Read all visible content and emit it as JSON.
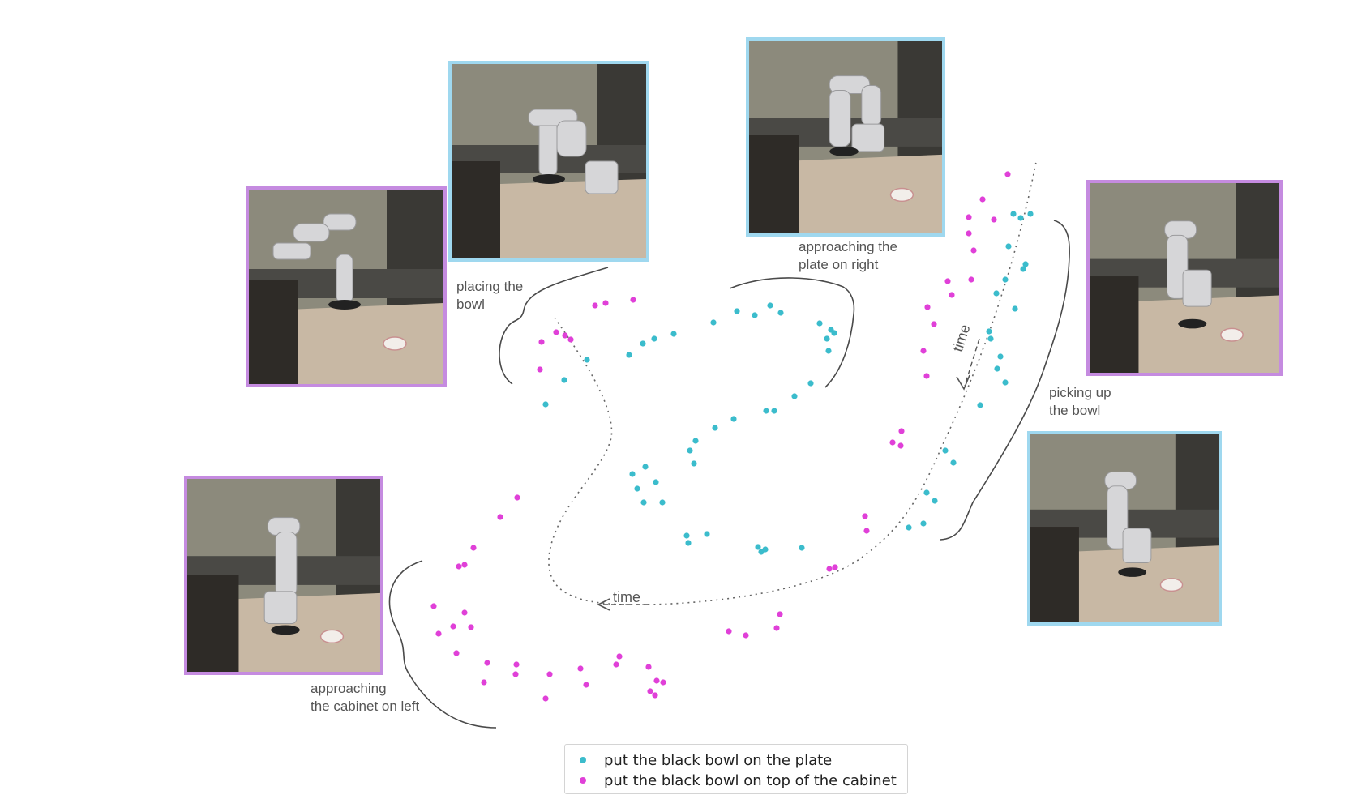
{
  "colors": {
    "blue": "#3bbccc",
    "pink": "#e040d8",
    "frame_blue": "#9fd8ef",
    "frame_pink": "#c58be0",
    "annotation": "#555555"
  },
  "annotations": {
    "placing": [
      "placing the",
      "bowl"
    ],
    "approaching_plate": [
      "approaching the",
      "plate on right"
    ],
    "picking_up": [
      "picking up",
      "the bowl"
    ],
    "approaching_cabinet": [
      "approaching",
      "the cabinet on left"
    ],
    "time_bottom": "time",
    "time_right": "time"
  },
  "legend": [
    {
      "label": "put the black bowl on the plate",
      "color": "#3bbccc"
    },
    {
      "label": "put the black bowl on top of the cabinet",
      "color": "#e040d8"
    }
  ],
  "thumbnails": [
    {
      "id": "frame-placing-bowl-left",
      "frame": "pink"
    },
    {
      "id": "frame-placing-bowl",
      "frame": "blue"
    },
    {
      "id": "frame-approaching-plate",
      "frame": "blue"
    },
    {
      "id": "frame-picking-up-pink",
      "frame": "pink"
    },
    {
      "id": "frame-picking-up-blue",
      "frame": "blue"
    },
    {
      "id": "frame-approaching-cabinet",
      "frame": "pink"
    }
  ],
  "chart_data": {
    "type": "scatter",
    "series": [
      {
        "name": "put the black bowl on the plate",
        "color": "#3bbccc",
        "points": [
          [
            673,
            499
          ],
          [
            696,
            469
          ],
          [
            724,
            444
          ],
          [
            776,
            438
          ],
          [
            793,
            424
          ],
          [
            807,
            418
          ],
          [
            831,
            412
          ],
          [
            880,
            398
          ],
          [
            909,
            384
          ],
          [
            931,
            389
          ],
          [
            950,
            377
          ],
          [
            963,
            386
          ],
          [
            1011,
            399
          ],
          [
            1025,
            407
          ],
          [
            1020,
            418
          ],
          [
            1029,
            411
          ],
          [
            1022,
            433
          ],
          [
            1000,
            473
          ],
          [
            980,
            489
          ],
          [
            955,
            507
          ],
          [
            945,
            507
          ],
          [
            905,
            517
          ],
          [
            882,
            528
          ],
          [
            858,
            544
          ],
          [
            851,
            556
          ],
          [
            856,
            572
          ],
          [
            796,
            576
          ],
          [
            780,
            585
          ],
          [
            809,
            595
          ],
          [
            786,
            603
          ],
          [
            794,
            620
          ],
          [
            817,
            620
          ],
          [
            847,
            661
          ],
          [
            849,
            670
          ],
          [
            872,
            659
          ],
          [
            935,
            675
          ],
          [
            939,
            681
          ],
          [
            944,
            678
          ],
          [
            989,
            676
          ],
          [
            1240,
            472
          ],
          [
            1250,
            264
          ],
          [
            1259,
            269
          ],
          [
            1271,
            264
          ],
          [
            1244,
            304
          ],
          [
            1265,
            326
          ],
          [
            1240,
            345
          ],
          [
            1262,
            332
          ],
          [
            1229,
            362
          ],
          [
            1252,
            381
          ],
          [
            1220,
            409
          ],
          [
            1222,
            418
          ],
          [
            1234,
            440
          ],
          [
            1230,
            455
          ],
          [
            1209,
            500
          ],
          [
            1166,
            556
          ],
          [
            1176,
            571
          ],
          [
            1143,
            608
          ],
          [
            1153,
            618
          ],
          [
            1121,
            651
          ],
          [
            1139,
            646
          ]
        ]
      },
      {
        "name": "put the black bowl on top of the cabinet",
        "color": "#e040d8",
        "points": [
          [
            1243,
            215
          ],
          [
            1212,
            246
          ],
          [
            1195,
            268
          ],
          [
            1226,
            271
          ],
          [
            1195,
            288
          ],
          [
            1201,
            309
          ],
          [
            1169,
            347
          ],
          [
            1198,
            345
          ],
          [
            1174,
            364
          ],
          [
            1144,
            379
          ],
          [
            1152,
            400
          ],
          [
            1139,
            433
          ],
          [
            1143,
            464
          ],
          [
            1112,
            532
          ],
          [
            1101,
            546
          ],
          [
            1111,
            550
          ],
          [
            1067,
            637
          ],
          [
            1069,
            655
          ],
          [
            1023,
            702
          ],
          [
            1030,
            700
          ],
          [
            734,
            377
          ],
          [
            747,
            374
          ],
          [
            781,
            370
          ],
          [
            668,
            422
          ],
          [
            686,
            410
          ],
          [
            697,
            414
          ],
          [
            704,
            419
          ],
          [
            666,
            456
          ],
          [
            638,
            614
          ],
          [
            617,
            638
          ],
          [
            584,
            676
          ],
          [
            573,
            697
          ],
          [
            566,
            699
          ],
          [
            535,
            748
          ],
          [
            573,
            756
          ],
          [
            559,
            773
          ],
          [
            581,
            774
          ],
          [
            541,
            782
          ],
          [
            563,
            806
          ],
          [
            601,
            818
          ],
          [
            637,
            820
          ],
          [
            597,
            842
          ],
          [
            636,
            832
          ],
          [
            678,
            832
          ],
          [
            673,
            862
          ],
          [
            716,
            825
          ],
          [
            723,
            845
          ],
          [
            760,
            820
          ],
          [
            764,
            810
          ],
          [
            800,
            823
          ],
          [
            810,
            840
          ],
          [
            818,
            842
          ],
          [
            802,
            853
          ],
          [
            808,
            858
          ],
          [
            899,
            779
          ],
          [
            920,
            784
          ],
          [
            958,
            775
          ],
          [
            962,
            758
          ]
        ]
      }
    ]
  }
}
